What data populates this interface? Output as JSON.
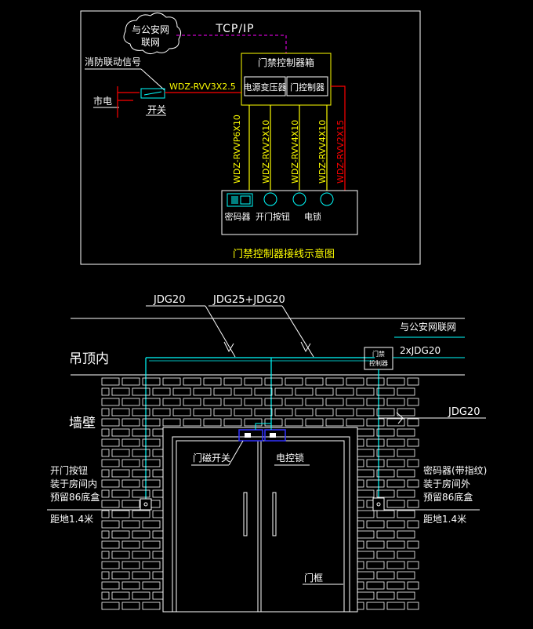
{
  "colors": {
    "background": "#000000",
    "frame": "#ffffff",
    "yellow": "#ffff00",
    "cyan": "#00ffff",
    "red": "#ff0000",
    "magenta": "#ff00ff",
    "green": "#00ff00",
    "brick": "#ffffff",
    "door": "#d8d8d8",
    "blue": "#3333ff"
  },
  "top": {
    "cloud_text": [
      "与公安网",
      "联网"
    ],
    "tcpip": "TCP/IP",
    "fire_signal": "消防联动信号",
    "mains": "市电",
    "switch": "开关",
    "power_cable": "WDZ-RVV3X2.5",
    "cabinet_title": "门禁控制器箱",
    "transformer": "电源变压器",
    "controller": "门控制器",
    "cables": [
      "WDZ-RVVP6X10",
      "WDZ-RVV2X10",
      "WDZ-RVV4X10",
      "WDZ-RVV4X10",
      "WDZ-RVV2X15"
    ],
    "device_keypad": "密码器",
    "device_button": "开门按钮",
    "device_lock": "电锁",
    "caption": "门禁控制器接线示意图"
  },
  "bottom": {
    "conduit_left": "JDG20",
    "conduit_mid": "JDG25+JDG20",
    "police_net": "与公安网联网",
    "conduit_2x": "2xJDG20",
    "conduit_right": "JDG20",
    "ceiling": "吊顶内",
    "wall": "墙壁",
    "controller_box": [
      "门禁",
      "控制器"
    ],
    "left_note": [
      "开门按钮",
      "装于房间内",
      "预留86底盒",
      "距地1.4米"
    ],
    "right_note": [
      "密码器(带指纹)",
      "装于房间外",
      "预留86底盒",
      "距地1.4米"
    ],
    "magnet_switch": "门磁开关",
    "electric_lock": "电控锁",
    "door_frame": "门框"
  }
}
